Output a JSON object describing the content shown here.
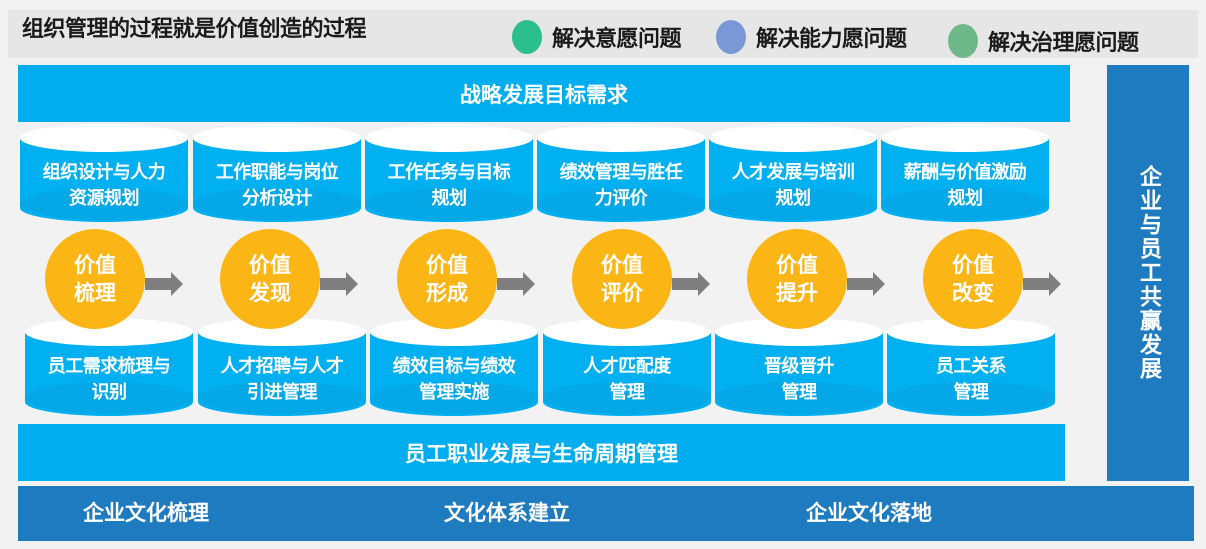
{
  "title": "组织管理的过程就是价值创造的过程",
  "legend": [
    {
      "label": "解决意愿问题",
      "color": "#2bbf8e"
    },
    {
      "label": "解决能力愿问题",
      "color": "#7b98d6"
    },
    {
      "label": "解决治理愿问题",
      "color": "#6fb88a"
    }
  ],
  "strategy_bar": "战略发展目标需求",
  "top_cylinders": [
    {
      "line1": "组织设计与人力",
      "line2": "资源规划"
    },
    {
      "line1": "工作职能与岗位",
      "line2": "分析设计"
    },
    {
      "line1": "工作任务与目标",
      "line2": "规划"
    },
    {
      "line1": "绩效管理与胜任",
      "line2": "力评价"
    },
    {
      "line1": "人才发展与培训",
      "line2": "规划"
    },
    {
      "line1": "薪酬与价值激励",
      "line2": "规划"
    }
  ],
  "value_circles": [
    {
      "line1": "价值",
      "line2": "梳理"
    },
    {
      "line1": "价值",
      "line2": "发现"
    },
    {
      "line1": "价值",
      "line2": "形成"
    },
    {
      "line1": "价值",
      "line2": "评价"
    },
    {
      "line1": "价值",
      "line2": "提升"
    },
    {
      "line1": "价值",
      "line2": "改变"
    }
  ],
  "bottom_cylinders": [
    {
      "line1": "员工需求梳理与",
      "line2": "识别"
    },
    {
      "line1": "人才招聘与人才",
      "line2": "引进管理"
    },
    {
      "line1": "绩效目标与绩效",
      "line2": "管理实施"
    },
    {
      "line1": "人才匹配度",
      "line2": "管理"
    },
    {
      "line1": "晋级晋升",
      "line2": "管理"
    },
    {
      "line1": "员工关系",
      "line2": "管理"
    }
  ],
  "career_bar": "员工职业发展与生命周期管理",
  "side_bar": "企业与员工共赢发展",
  "culture_bar": [
    "企业文化梳理",
    "文化体系建立",
    "企业文化落地"
  ],
  "colors": {
    "bright_blue": "#00aeef",
    "dark_blue": "#1f7bbf",
    "orange": "#fbb515",
    "arrow_gray": "#7f7f7f",
    "background": "#f2f2f2"
  }
}
